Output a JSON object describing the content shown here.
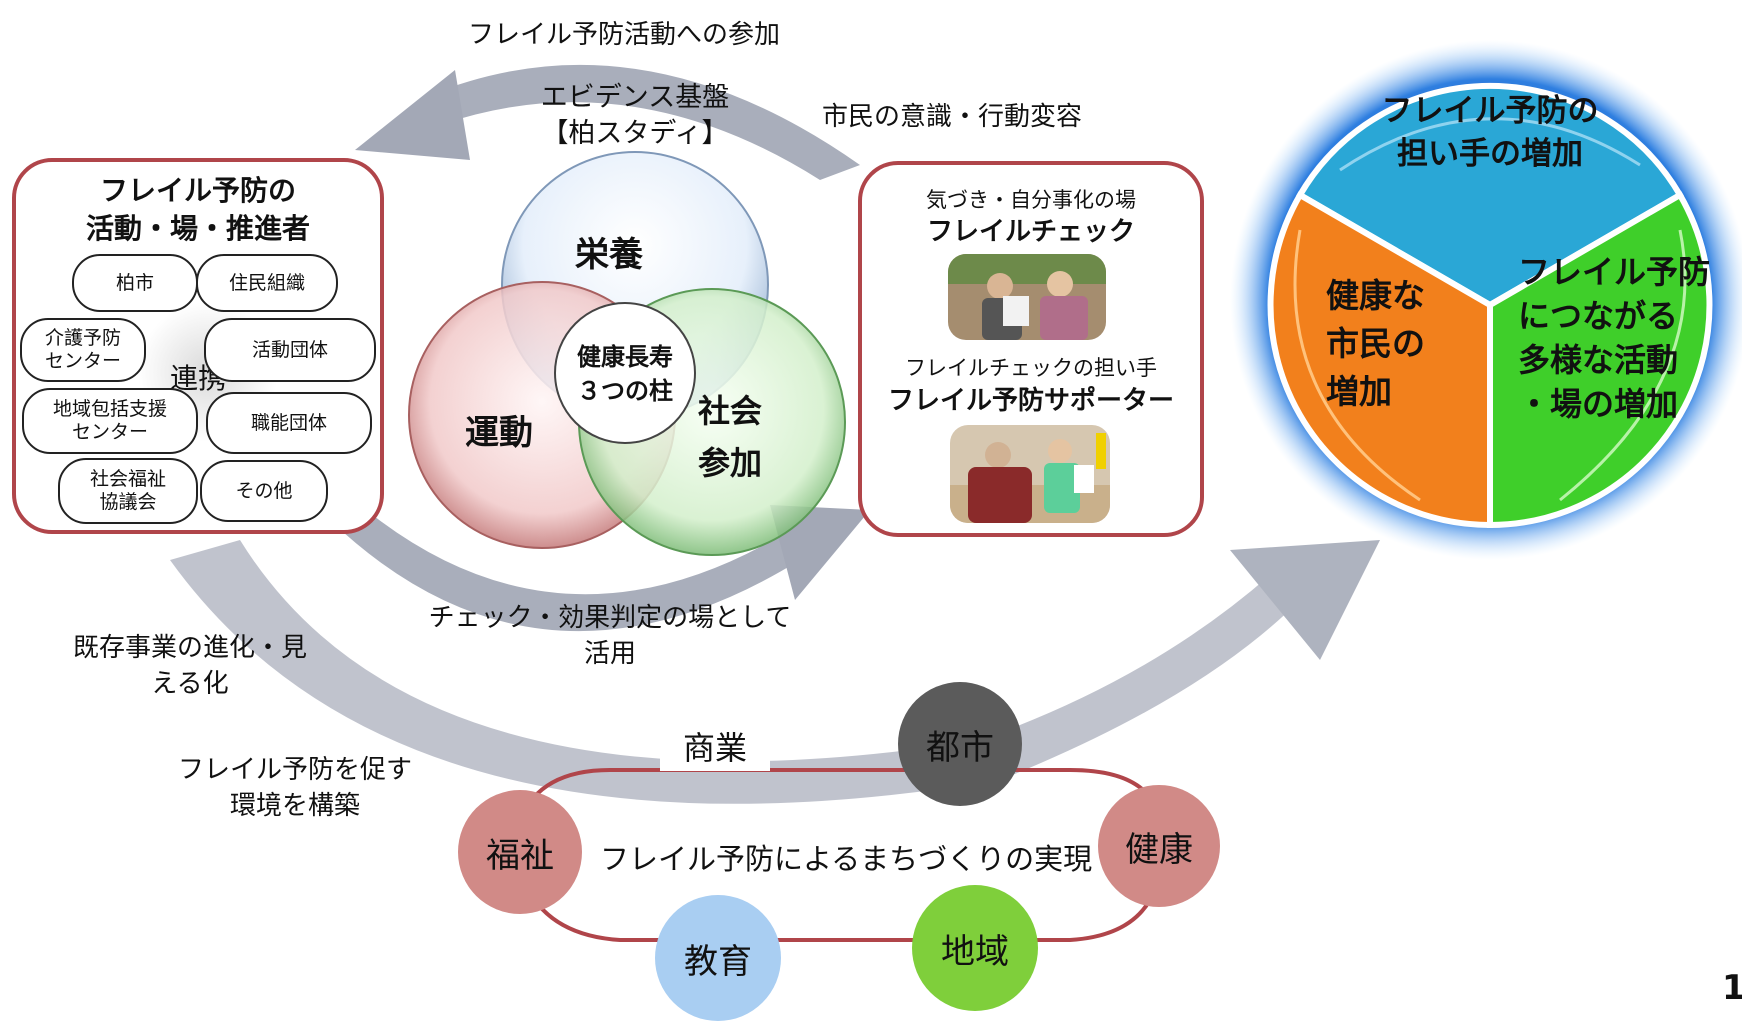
{
  "arrows": {
    "top": "フレイル予防活動への参加",
    "right_top": "市民の意識・行動変容",
    "bottom_middle": "チェック・効果判定の場として活用",
    "left_middle": "既存事業の進化・見える化",
    "left_bottom": "フレイル予防を促す環境を構築"
  },
  "left_panel": {
    "title_line1": "フレイル予防の",
    "title_line2": "活動・場・推進者",
    "center_label": "連携",
    "pills": [
      {
        "name": "pill-kashiwa-city",
        "text": "柏市"
      },
      {
        "name": "pill-residents-org",
        "text": "住民組織"
      },
      {
        "name": "pill-care-prevention-center",
        "text": "介護予防センター"
      },
      {
        "name": "pill-activity-groups",
        "text": "活動団体"
      },
      {
        "name": "pill-community-support-center",
        "text": "地域包括支援センター"
      },
      {
        "name": "pill-professional-groups",
        "text": "職能団体"
      },
      {
        "name": "pill-social-welfare-council",
        "text": "社会福祉協議会"
      },
      {
        "name": "pill-others",
        "text": "その他"
      }
    ]
  },
  "venn": {
    "evidence_line1": "エビデンス基盤",
    "evidence_line2": "【柏スタディ】",
    "nutrition": "栄養",
    "exercise": "運動",
    "social_line1": "社会",
    "social_line2": "参加",
    "center_line1": "健康長寿",
    "center_line2": "３つの柱"
  },
  "right_panel": {
    "caption1": "気づき・自分事化の場",
    "title1": "フレイルチェック",
    "caption2": "フレイルチェックの担い手",
    "title2": "フレイル予防サポーター"
  },
  "cycle": {
    "top_line1": "フレイル予防の",
    "top_line2": "担い手の増加",
    "left_line1": "健康な",
    "left_line2": "市民の",
    "left_line3": "増加",
    "right_line1": "フレイル予防",
    "right_line2": "につながる",
    "right_line3": "多様な活動",
    "right_line4": "・場の増加",
    "colors": {
      "top": "#2aa7d6",
      "left": "#f2801c",
      "right": "#3fcf2a"
    }
  },
  "town": {
    "center": "フレイル予防によるまちづくりの実現",
    "commerce": "商業",
    "city": "都市",
    "welfare": "福祉",
    "health": "健康",
    "education": "教育",
    "region": "地域"
  },
  "page_number": "1"
}
